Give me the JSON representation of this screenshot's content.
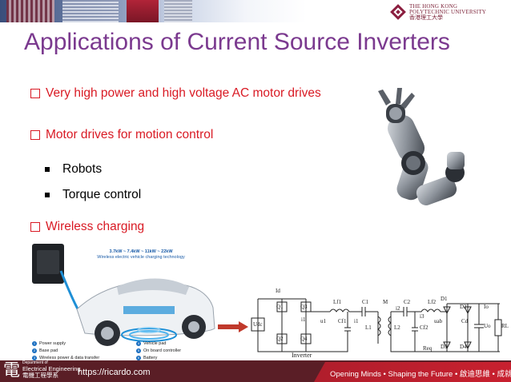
{
  "header": {
    "university_line1": "THE HONG KONG",
    "university_line2": "POLYTECHNIC UNIVERSITY",
    "university_chinese": "香港理工大學"
  },
  "slide": {
    "title": "Applications of Current Source Inverters",
    "bullets": [
      {
        "text": "Very high power and high voltage AC motor drives"
      },
      {
        "text": "Motor drives for motion control"
      },
      {
        "text": "Wireless charging"
      }
    ],
    "sub_bullets": [
      {
        "text": "Robots"
      },
      {
        "text": "Torque control"
      }
    ]
  },
  "charger_figure": {
    "heading_line1": "3.7kW ~ 7.4kW ~ 11kW ~ 22kW",
    "heading_line2": "Wireless electric vehicle charging technology",
    "legend": [
      {
        "num": "1",
        "label": "Power supply"
      },
      {
        "num": "2",
        "label": "Base pad"
      },
      {
        "num": "3",
        "label": "Wireless power & data transfer"
      },
      {
        "num": "4",
        "label": "Vehicle pad"
      },
      {
        "num": "5",
        "label": "On board controller"
      },
      {
        "num": "6",
        "label": "Battery"
      }
    ]
  },
  "circuit_figure": {
    "caption": "Inverter",
    "labels": {
      "Id": "Id",
      "Udc": "Udc",
      "Q1": "Q1",
      "Q2": "Q2",
      "Q3": "Q3",
      "Q4": "Q4",
      "i1": "i1",
      "u1": "u1",
      "Lf1": "Lf1",
      "C1": "C1",
      "Cf1": "Cf1",
      "i1b": "i1",
      "L1": "L1",
      "M": "M",
      "i2": "i2",
      "L2": "L2",
      "C2": "C2",
      "Cf2": "Cf2",
      "Lf2": "Lf2",
      "i3": "i3",
      "uab": "uab",
      "D1": "D1",
      "D2": "D2",
      "D3": "D3",
      "D4": "D4",
      "Cd": "Cd",
      "Io": "Io",
      "Uo": "Uo",
      "RL": "RL",
      "Req": "Req"
    }
  },
  "footer": {
    "dept_char": "電",
    "dept_small": "Department of",
    "dept_line1": "Electrical Engineering",
    "dept_line2": "電機工程學系",
    "url": "https://ricardo.com",
    "slogan": "Opening Minds • Shaping the Future • 啟迪思維 • 成就未來"
  },
  "colors": {
    "title": "#7b3a8f",
    "bullet": "#d91a24",
    "footer_dark": "#5a1e26",
    "footer_red": "#c8202f",
    "polyu": "#7a1f35"
  }
}
